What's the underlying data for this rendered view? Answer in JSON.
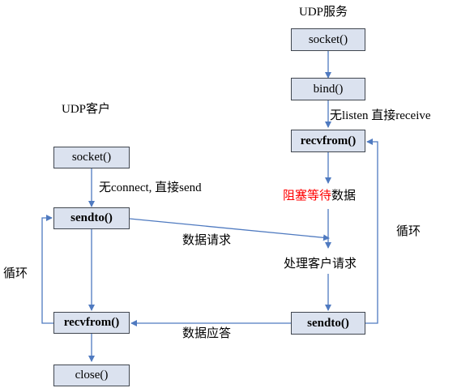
{
  "server": {
    "title": "UDP服务",
    "boxes": {
      "socket": "socket()",
      "bind": "bind()",
      "recvfrom": "recvfrom()",
      "sendto": "sendto()"
    },
    "note_no_listen": "无listen 直接receive",
    "blocking_prefix": "阻塞等待",
    "blocking_suffix": "数据",
    "process_request": "处理客户请求",
    "loop": "循环"
  },
  "client": {
    "title": "UDP客户",
    "boxes": {
      "socket": "socket()",
      "sendto": "sendto()",
      "recvfrom": "recvfrom()",
      "close": "close()"
    },
    "note_no_connect": "无connect, 直接send",
    "loop": "循环"
  },
  "messages": {
    "request": "数据请求",
    "response": "数据应答"
  },
  "colors": {
    "box_fill": "#dbe2ef",
    "box_border": "#40464f",
    "arrow": "#4f7ac0",
    "highlight": "#ff0000"
  }
}
